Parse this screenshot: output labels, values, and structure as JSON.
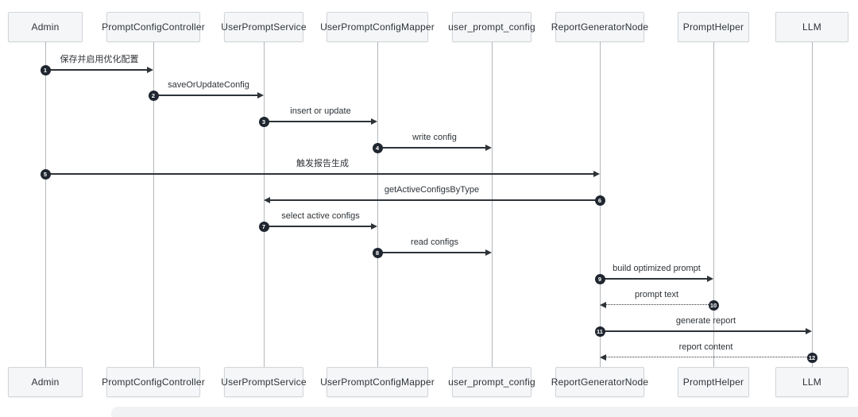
{
  "diagram": {
    "type": "sequence",
    "actors": [
      {
        "id": "admin",
        "name": "Admin"
      },
      {
        "id": "controller",
        "name": "PromptConfigController"
      },
      {
        "id": "service",
        "name": "UserPromptService"
      },
      {
        "id": "mapper",
        "name": "UserPromptConfigMapper"
      },
      {
        "id": "table",
        "name": "user_prompt_config"
      },
      {
        "id": "node",
        "name": "ReportGeneratorNode"
      },
      {
        "id": "helper",
        "name": "PromptHelper"
      },
      {
        "id": "llm",
        "name": "LLM"
      }
    ],
    "messages": [
      {
        "number": "1",
        "from": "admin",
        "to": "controller",
        "label": "保存并启用优化配置",
        "line": "solid"
      },
      {
        "number": "2",
        "from": "controller",
        "to": "service",
        "label": "saveOrUpdateConfig",
        "line": "solid"
      },
      {
        "number": "3",
        "from": "service",
        "to": "mapper",
        "label": "insert or update",
        "line": "solid"
      },
      {
        "number": "4",
        "from": "mapper",
        "to": "table",
        "label": "write config",
        "line": "solid"
      },
      {
        "number": "5",
        "from": "admin",
        "to": "node",
        "label": "触发报告生成",
        "line": "solid"
      },
      {
        "number": "6",
        "from": "node",
        "to": "service",
        "label": "getActiveConfigsByType",
        "line": "solid"
      },
      {
        "number": "7",
        "from": "service",
        "to": "mapper",
        "label": "select active configs",
        "line": "solid"
      },
      {
        "number": "8",
        "from": "mapper",
        "to": "table",
        "label": "read configs",
        "line": "solid"
      },
      {
        "number": "9",
        "from": "node",
        "to": "helper",
        "label": "build optimized prompt",
        "line": "solid"
      },
      {
        "number": "10",
        "from": "helper",
        "to": "node",
        "label": "prompt text",
        "line": "dashed"
      },
      {
        "number": "11",
        "from": "node",
        "to": "llm",
        "label": "generate report",
        "line": "solid"
      },
      {
        "number": "12",
        "from": "llm",
        "to": "node",
        "label": "report content",
        "line": "dashed"
      }
    ]
  },
  "colors": {
    "background": "#ffffff",
    "box_fill": "#f5f6f8",
    "box_border": "#d2d6da",
    "lifeline": "#b3b7bb",
    "arrow": "#2e3338",
    "badge_bg": "#1f2630",
    "badge_text": "#ffffff",
    "label_text": "#2e3338"
  }
}
